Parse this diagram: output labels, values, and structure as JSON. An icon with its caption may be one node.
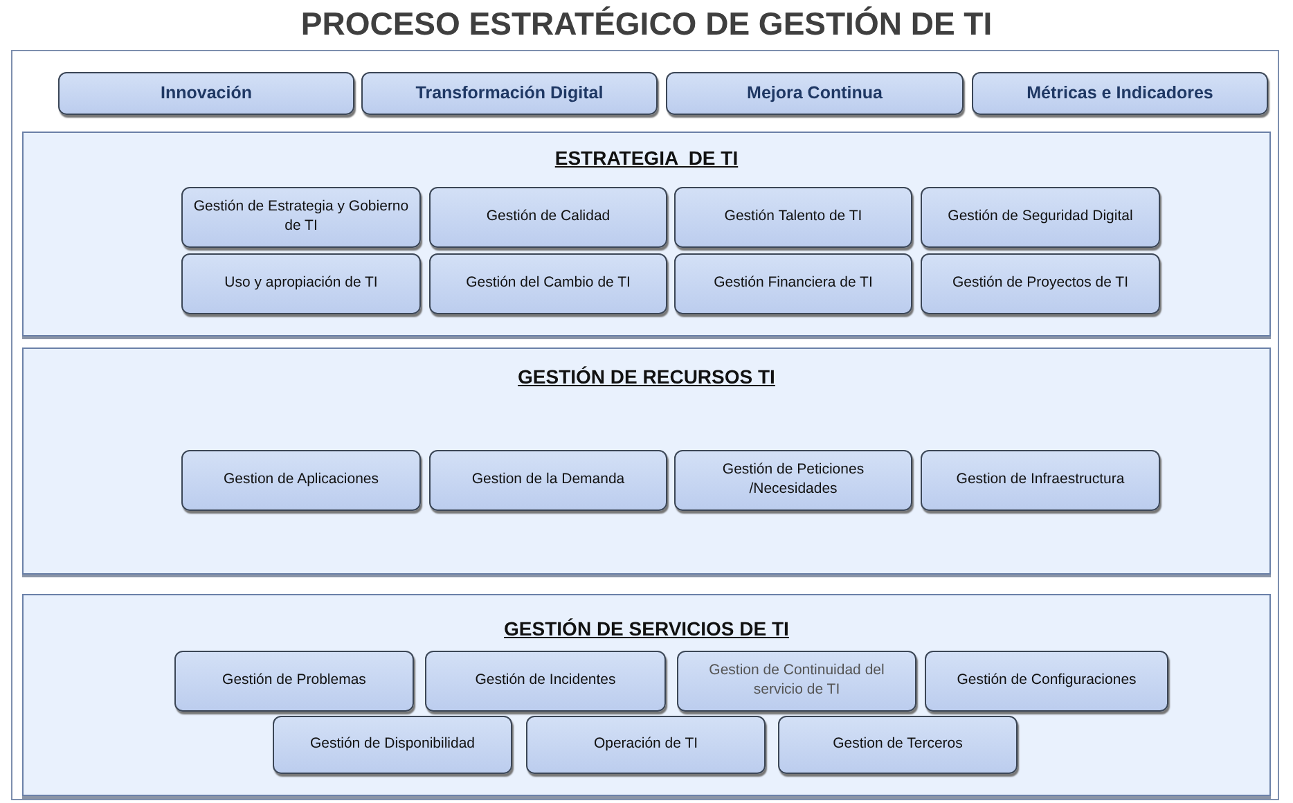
{
  "diagram": {
    "title": "PROCESO ESTRATÉGICO DE GESTIÓN DE TI",
    "nodes": [
      {
        "text": [
          "Innovación"
        ]
      },
      {
        "text": [
          "Transformación Digital"
        ]
      },
      {
        "text": [
          "Mejora Continua"
        ]
      },
      {
        "text": [
          "Métricas e Indicadores"
        ]
      },
      {
        "text": [
          "ESTRATEGIA  DE TI"
        ]
      },
      {
        "text": [
          "Gestión de Estrategia y Gobierno de TI"
        ],
        "in": 4
      },
      {
        "text": [
          "Gestión de Calidad"
        ],
        "in": 4
      },
      {
        "text": [
          "Gestión Talento de TI"
        ],
        "in": 4
      },
      {
        "text": [
          "Gestión de Seguridad Digital"
        ],
        "in": 4
      },
      {
        "text": [
          "Uso y apropiación de TI"
        ],
        "in": 4
      },
      {
        "text": [
          "Gestión del Cambio de TI"
        ],
        "in": 4
      },
      {
        "text": [
          "Gestión Financiera de TI"
        ],
        "in": 4
      },
      {
        "text": [
          "Gestión de Proyectos de TI"
        ],
        "in": 4
      },
      {
        "text": [
          "GESTIÓN DE RECURSOS TI"
        ]
      },
      {
        "text": [
          "Gestion de Aplicaciones"
        ],
        "in": 13
      },
      {
        "text": [
          "Gestion de la Demanda"
        ],
        "in": 13
      },
      {
        "text": [
          "Gestión de Peticiones /Necesidades"
        ],
        "in": 13
      },
      {
        "text": [
          "Gestion de Infraestructura"
        ],
        "in": 13
      },
      {
        "text": [
          "GESTIÓN DE SERVICIOS DE TI"
        ]
      },
      {
        "text": [
          "Gestión de Problemas"
        ],
        "in": 18
      },
      {
        "text": [
          "Gestión de Incidentes"
        ],
        "in": 18
      },
      {
        "text": [
          "Gestion de Continuidad del servicio de TI"
        ],
        "in": 18
      },
      {
        "text": [
          "Gestión de Configuraciones"
        ],
        "in": 18
      },
      {
        "text": [
          "Gestión de Disponibilidad"
        ],
        "in": 18
      },
      {
        "text": [
          "Operación de TI"
        ],
        "in": 18
      },
      {
        "text": [
          "Gestion de Terceros"
        ],
        "in": 18
      }
    ]
  }
}
